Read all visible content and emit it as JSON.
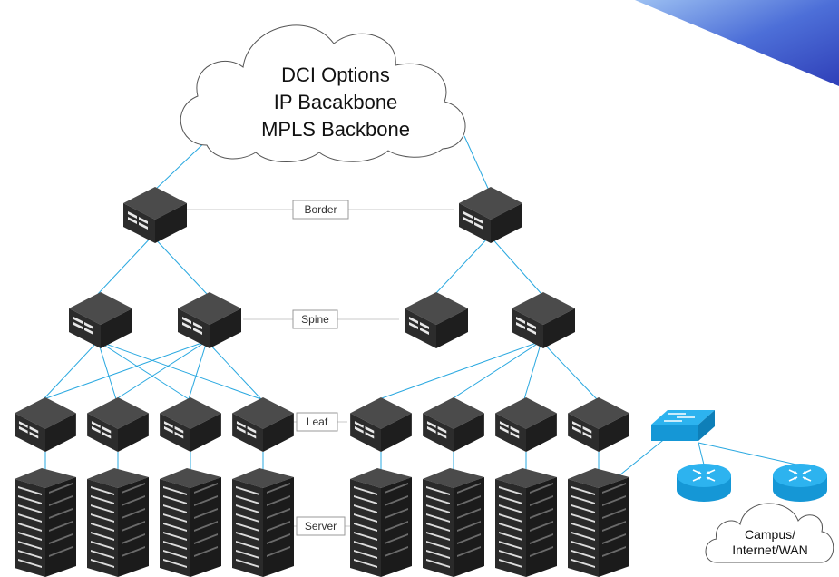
{
  "cloud": {
    "lines": [
      "DCI Options",
      "IP Bacakbone",
      "MPLS Backbone"
    ]
  },
  "tiers": {
    "border": "Border",
    "spine": "Spine",
    "leaf": "Leaf",
    "server": "Server"
  },
  "campus_cloud": {
    "lines": [
      "Campus/",
      "Internet/WAN"
    ]
  },
  "colors": {
    "link": "#29a8e0",
    "device_dark": "#2b2b2b",
    "device_top": "#4a4a4a",
    "device_side": "#1c1c1c",
    "router_blue": "#1ea7e8",
    "accent_gradient_start": "#3b55c9",
    "accent_gradient_end": "#8fb5ef"
  },
  "icons": [
    "network-switch-icon",
    "server-rack-icon",
    "lan-switch-icon",
    "router-icon",
    "cloud-icon"
  ]
}
